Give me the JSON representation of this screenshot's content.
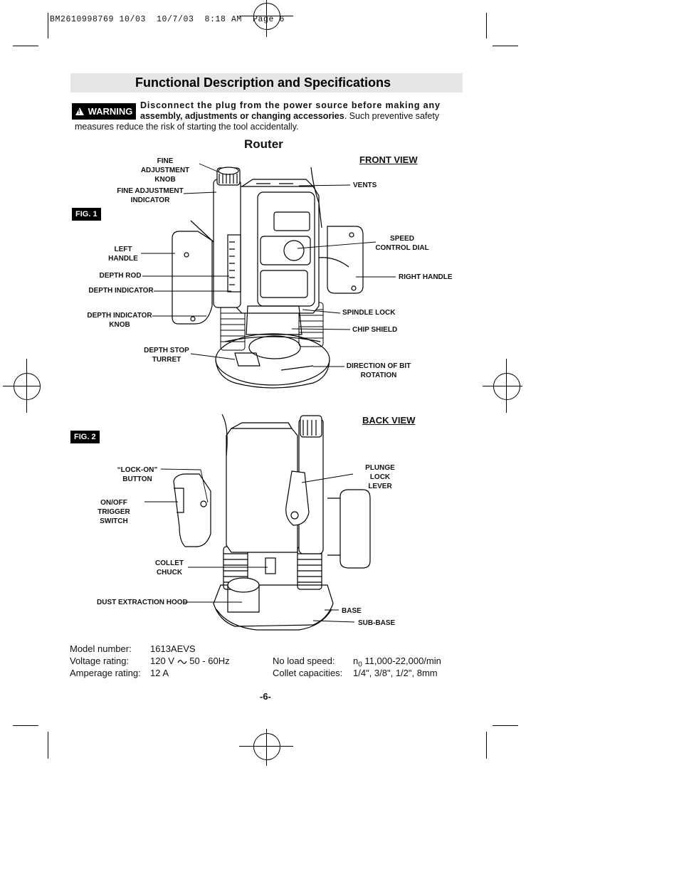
{
  "header": {
    "print_line": "BM2610998769 10/03  10/7/03  8:18 AM  Page 6"
  },
  "title": "Functional Description and Specifications",
  "warning": {
    "badge": "WARNING",
    "bold_text": "Disconnect the plug from the power source before making any",
    "line2_bold": "assembly, adjustments or changing accessories",
    "line2_rest": ". Such preventive safety",
    "line3": "measures reduce the risk of starting the tool accidentally."
  },
  "section_title": "Router",
  "fig1": {
    "badge": "FIG. 1",
    "view_title": "FRONT VIEW",
    "labels": {
      "fine_adjustment_knob": "FINE ADJUSTMENT\nKNOB",
      "fine_adjustment_indicator": "FINE ADJUSTMENT\nINDICATOR",
      "left_handle": "LEFT\nHANDLE",
      "depth_rod": "DEPTH ROD",
      "depth_indicator": "DEPTH INDICATOR",
      "depth_indicator_knob": "DEPTH INDICATOR\nKNOB",
      "depth_stop_turret": "DEPTH STOP\nTURRET",
      "vents": "VENTS",
      "speed_control_dial": "SPEED\nCONTROL DIAL",
      "right_handle": "RIGHT HANDLE",
      "spindle_lock": "SPINDLE LOCK",
      "chip_shield": "CHIP SHIELD",
      "direction_of_bit_rotation": "DIRECTION OF BIT\nROTATION"
    }
  },
  "fig2": {
    "badge": "FIG. 2",
    "view_title": "BACK VIEW",
    "labels": {
      "lock_on_button": "“LOCK-ON”\nBUTTON",
      "on_off_trigger_switch": "ON/OFF TRIGGER\nSWITCH",
      "collet_chuck": "COLLET\nCHUCK",
      "dust_extraction_hood": "DUST EXTRACTION HOOD",
      "plunge_lock_lever": "PLUNGE LOCK\nLEVER",
      "base": "BASE",
      "sub_base": "SUB-BASE"
    }
  },
  "specs": {
    "model_label": "Model number:",
    "model_value": "1613AEVS",
    "voltage_label": "Voltage rating:",
    "voltage_value_a": "120 V",
    "voltage_value_b": "50 - 60Hz",
    "amperage_label": "Amperage rating:",
    "amperage_value": "12 A",
    "noload_label": "No load speed:",
    "noload_prefix": "n",
    "noload_sub": "0",
    "noload_value": "11,000-22,000/min",
    "collet_label": "Collet capacities:",
    "collet_value": "1/4\", 3/8\", 1/2\", 8mm"
  },
  "page_number": "-6-"
}
